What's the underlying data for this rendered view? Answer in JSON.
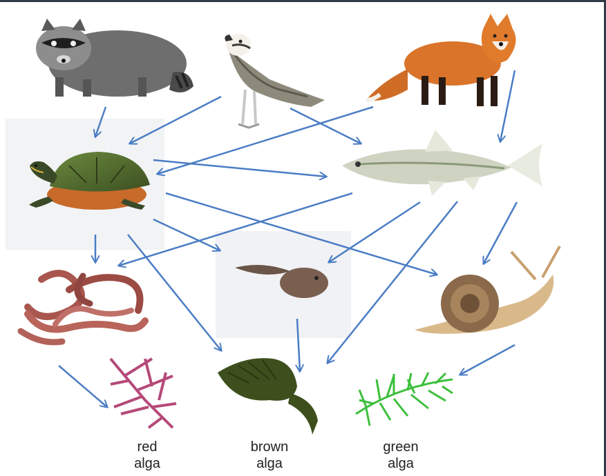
{
  "organisms": [
    {
      "id": "raccoon",
      "icon": "raccoon-icon"
    },
    {
      "id": "osprey",
      "icon": "osprey-icon"
    },
    {
      "id": "fox",
      "icon": "fox-icon"
    },
    {
      "id": "turtle",
      "icon": "turtle-icon"
    },
    {
      "id": "minnow",
      "icon": "minnow-icon"
    },
    {
      "id": "worms",
      "icon": "worms-icon"
    },
    {
      "id": "tadpole",
      "icon": "tadpole-icon"
    },
    {
      "id": "snail",
      "icon": "snail-icon"
    },
    {
      "id": "red-alga",
      "icon": "red-alga-icon",
      "label": [
        "red",
        "alga"
      ]
    },
    {
      "id": "brown-alga",
      "icon": "brown-alga-icon",
      "label": [
        "brown",
        "alga"
      ]
    },
    {
      "id": "green-alga",
      "icon": "green-alga-icon",
      "label": [
        "green",
        "alga"
      ]
    }
  ],
  "arrow_color": "#4a7cc4"
}
